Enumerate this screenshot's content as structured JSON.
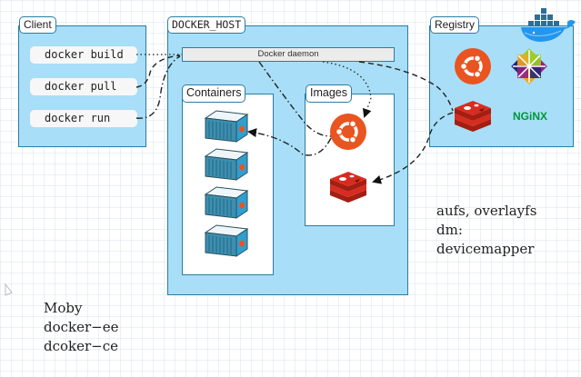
{
  "client": {
    "title": "Client",
    "commands": [
      "docker build",
      "docker pull",
      "docker run"
    ]
  },
  "docker_host": {
    "title": "DOCKER_HOST",
    "daemon_label": "Docker daemon",
    "containers": {
      "title": "Containers",
      "count": 4
    },
    "images": {
      "title": "Images",
      "items": [
        "ubuntu-image",
        "redis-image"
      ]
    }
  },
  "registry": {
    "title": "Registry",
    "items": [
      "ubuntu",
      "centos",
      "redis",
      "NGiNX"
    ]
  },
  "notes": {
    "storage_lines": [
      "aufs, overlayfs",
      "dm:",
      "devicemapper"
    ],
    "edition_lines": [
      "Moby",
      "docker−ee",
      "dcoker−ce"
    ]
  },
  "colors": {
    "box_fill": "#a8def7",
    "box_border": "#2a7da3",
    "ubuntu": "#e95420",
    "redis": "#d82c20",
    "nginx": "#009639",
    "container": "#3d8fb0"
  }
}
